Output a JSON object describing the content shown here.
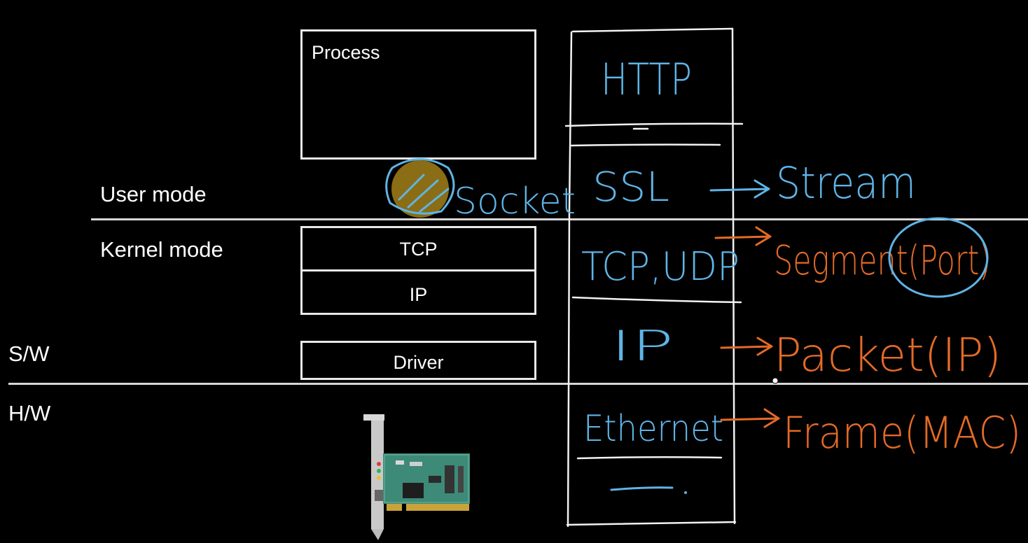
{
  "left_labels": {
    "user_mode": "User mode",
    "kernel_mode": "Kernel mode",
    "sw": "S/W",
    "hw": "H/W"
  },
  "boxes": {
    "process": "Process",
    "tcp": "TCP",
    "ip": "IP",
    "driver": "Driver"
  },
  "handwritten": {
    "socket": "Socket",
    "stack_layers": [
      "HTTP",
      "SSL",
      "TCP,UDP",
      "IP",
      "Ethernet"
    ],
    "arrows": {
      "stream": "Stream",
      "segment": "Segment(Port)",
      "packet": "Packet(IP)",
      "frame": "Frame(MAC)"
    }
  },
  "colors": {
    "background": "#000000",
    "box_border": "#e8e8e8",
    "blue_ink": "#5fb4e6",
    "orange_ink": "#e46a27",
    "white_ink": "#f2f2f2",
    "socket_dot": "#8a6d14"
  },
  "icons": {
    "nic": "network-card-icon"
  }
}
